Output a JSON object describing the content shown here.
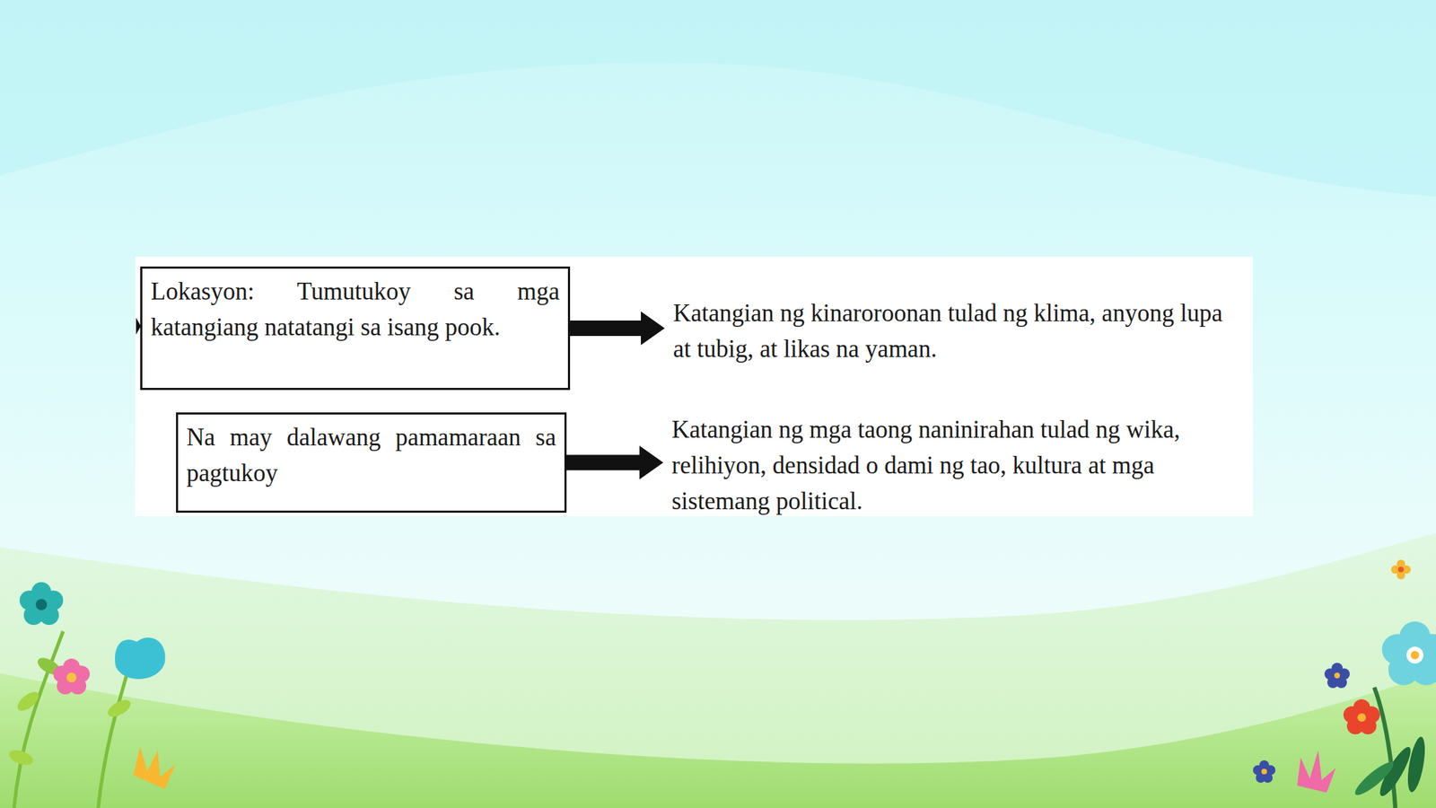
{
  "diagram": {
    "nodes": [
      {
        "text": [
          "Lokasyon: Tumutukoy sa mga katangiang natatangi sa isang pook."
        ]
      },
      {
        "text": [
          "Katangian ng kinaroroonan tulad ng klima, anyong lupa at tubig, at likas na yaman."
        ]
      },
      {
        "text": [
          "Na may dalawang pamamaraan sa pagtukoy"
        ]
      },
      {
        "text": [
          "Katangian ng mga taong naninirahan tulad ng wika, relihiyon, densidad o dami ng tao, kultura at mga sistemang political."
        ]
      }
    ],
    "edges": [
      {
        "from": 0,
        "to": 1,
        "arrow": "to"
      },
      {
        "from": 2,
        "to": 3,
        "arrow": "to"
      }
    ]
  }
}
